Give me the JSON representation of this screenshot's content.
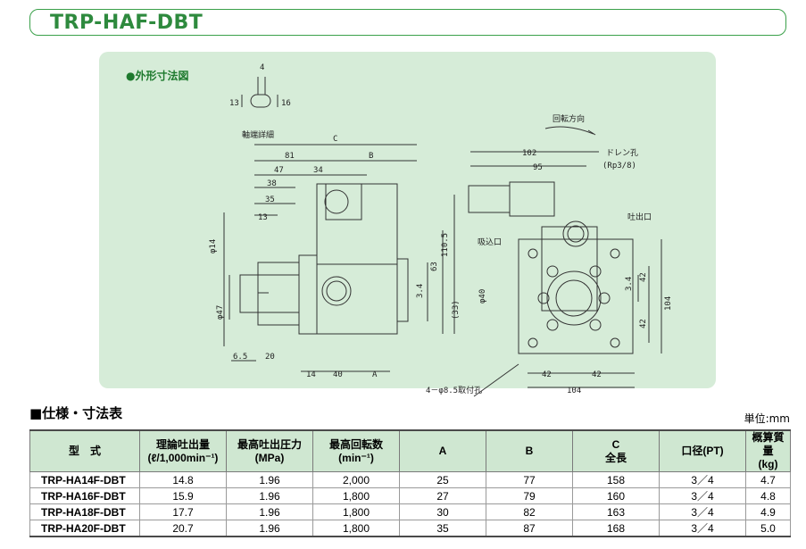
{
  "header": {
    "title": "TRP-HAF-DBT"
  },
  "drawing": {
    "section_title": "●外形寸法図",
    "labels": {
      "shaft_detail": "軸端詳細",
      "rotation": "回転方向",
      "drain": "ドレン孔",
      "drain_spec": "(Rp3/8)",
      "suction": "吸込口",
      "discharge": "吐出口",
      "mount_holes": "4－φ8.5取付孔",
      "C": "C",
      "B": "B",
      "A": "A"
    },
    "dims": [
      "4",
      "13",
      "16",
      "81",
      "47",
      "34",
      "38",
      "35",
      "13",
      "6.5",
      "20",
      "14",
      "40",
      "102",
      "95",
      "110.5",
      "63",
      "3.4",
      "(33)",
      "42",
      "42",
      "42",
      "42",
      "104",
      "104",
      "φ40",
      "φ14",
      "φ47"
    ]
  },
  "spec": {
    "title": "■仕様・寸法表",
    "unit": "単位:mm",
    "headers": [
      [
        "型　式"
      ],
      [
        "理論吐出量",
        "(ℓ/1,000min⁻¹)"
      ],
      [
        "最高吐出圧力",
        "(MPa)"
      ],
      [
        "最高回転数",
        "(min⁻¹)"
      ],
      [
        "A"
      ],
      [
        "B"
      ],
      [
        "C",
        "全長"
      ],
      [
        "口径(PT)"
      ],
      [
        "概算質量",
        "(kg)"
      ]
    ],
    "rows": [
      [
        "TRP-HA14F-DBT",
        "14.8",
        "1.96",
        "2,000",
        "25",
        "77",
        "158",
        "3／4",
        "4.7"
      ],
      [
        "TRP-HA16F-DBT",
        "15.9",
        "1.96",
        "1,800",
        "27",
        "79",
        "160",
        "3／4",
        "4.8"
      ],
      [
        "TRP-HA18F-DBT",
        "17.7",
        "1.96",
        "1,800",
        "30",
        "82",
        "163",
        "3／4",
        "4.9"
      ],
      [
        "TRP-HA20F-DBT",
        "20.7",
        "1.96",
        "1,800",
        "35",
        "87",
        "168",
        "3／4",
        "5.0"
      ]
    ]
  }
}
